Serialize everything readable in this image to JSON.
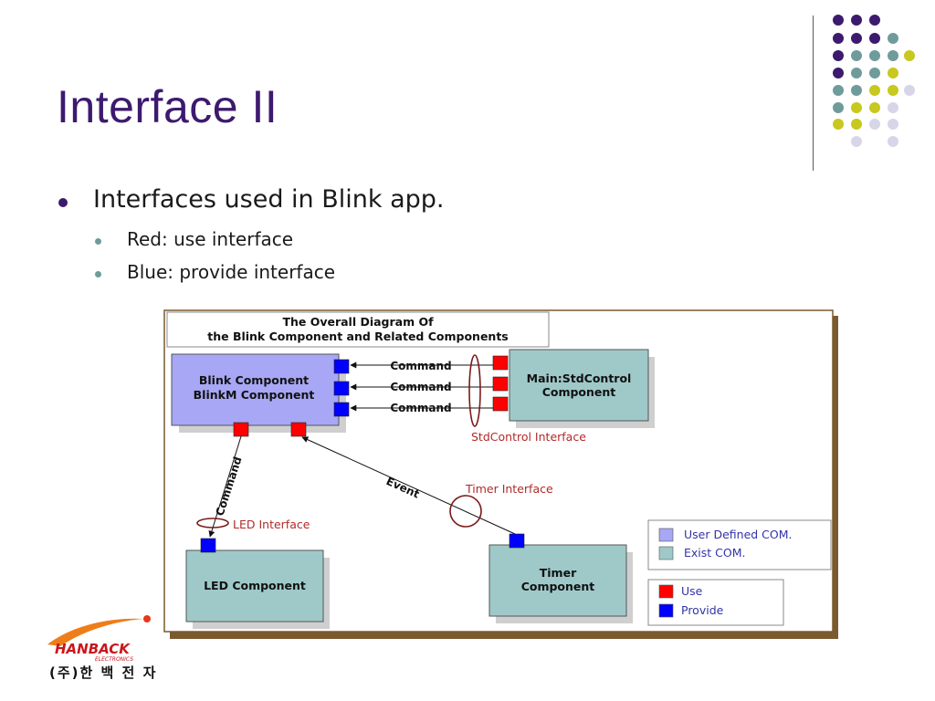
{
  "slide": {
    "title": "Interface II",
    "bullet_main": "Interfaces used in Blink app.",
    "sub_bullets": [
      "Red: use interface",
      "Blue: provide interface"
    ]
  },
  "diagram": {
    "header_line1": "The Overall Diagram Of",
    "header_line2": "the Blink Component and Related Components",
    "blink_line1": "Blink Component",
    "blink_line2": "BlinkM Component",
    "main_line1": "Main:StdControl",
    "main_line2": "Component",
    "led": "LED Component",
    "timer_line1": "Timer",
    "timer_line2": "Component",
    "command_label": "Command",
    "event_label": "Event",
    "stdcontrol_interface": "StdControl Interface",
    "timer_interface": "Timer Interface",
    "led_interface": "LED Interface",
    "legend1": {
      "user_defined": "User Defined COM.",
      "exist": "Exist COM."
    },
    "legend2": {
      "use": "Use",
      "provide": "Provide"
    }
  },
  "logo": {
    "brand": "HANBACK",
    "sub": "ELECTRONICS",
    "korean": "(주)한 백 전 자"
  },
  "colors": {
    "title": "#3d1a6e",
    "user_defined_com": "#a7a7f5",
    "exist_com": "#9fc9c9",
    "use_port": "#ff0000",
    "provide_port": "#0000ff",
    "interface_label": "#b22a2a",
    "frame": "#7a5a2e",
    "dot_purple": "#3d1a6e",
    "dot_teal": "#6f9b9b",
    "dot_yellow": "#c8c81e",
    "dot_lavender": "#d6d6e8"
  }
}
